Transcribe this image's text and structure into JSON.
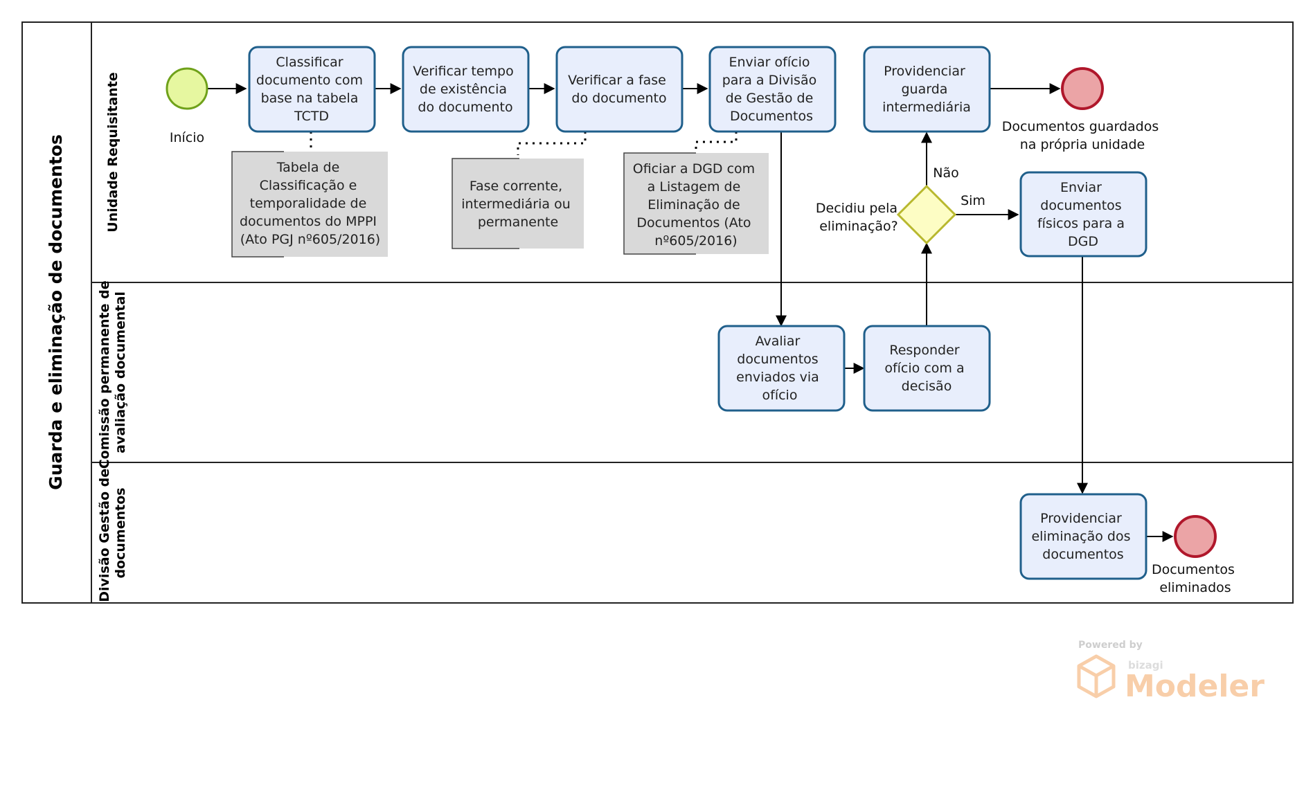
{
  "pool": {
    "title": "Guarda e eliminação de documentos"
  },
  "lanes": [
    {
      "id": "lane-unidade",
      "title_lines": [
        "Unidade Requisitante"
      ]
    },
    {
      "id": "lane-comissao",
      "title_lines": [
        "Comissão permanente de",
        "avaliação documental"
      ]
    },
    {
      "id": "lane-divisao",
      "title_lines": [
        "Divisão Gestão de",
        "documentos"
      ]
    }
  ],
  "events": {
    "start": {
      "label": "Início"
    },
    "end_guarda": {
      "label_lines": [
        "Documentos guardados",
        "na própria unidade"
      ]
    },
    "end_eliminados": {
      "label_lines": [
        "Documentos",
        "eliminados"
      ]
    }
  },
  "tasks": {
    "classificar": [
      "Classificar",
      "documento com",
      "base na tabela",
      "TCTD"
    ],
    "verificar_tempo": [
      "Verificar tempo",
      "de existência",
      "do documento"
    ],
    "verificar_fase": [
      "Verificar a fase",
      "do documento"
    ],
    "enviar_oficio": [
      "Enviar ofício",
      "para a Divisão",
      "de Gestão de",
      "Documentos"
    ],
    "providenciar_guarda": [
      "Providenciar",
      "guarda",
      "intermediária"
    ],
    "enviar_fisicos": [
      "Enviar",
      "documentos",
      "físicos para a",
      "DGD"
    ],
    "avaliar": [
      "Avaliar",
      "documentos",
      "enviados via",
      "ofício"
    ],
    "responder": [
      "Responder",
      "ofício com a",
      "decisão"
    ],
    "providenciar_eliminacao": [
      "Providenciar",
      "eliminação dos",
      "documentos"
    ]
  },
  "annotations": {
    "tabela": [
      "Tabela de",
      "Classificação e",
      "temporalidade de",
      "documentos do MPPI",
      "(Ato PGJ nº605/2016)"
    ],
    "fase": [
      "Fase corrente,",
      "intermediária ou",
      "permanente"
    ],
    "oficiar": [
      "Oficiar a DGD com",
      "a Listagem de",
      "Eliminação de",
      "Documentos (Ato",
      "nº605/2016)"
    ]
  },
  "gateway": {
    "question_lines": [
      "Decidiu pela",
      "eliminação?"
    ],
    "yes_label": "Sim",
    "no_label": "Não"
  },
  "watermark": {
    "powered_by": "Powered by",
    "vendor": "bizagi",
    "product": "Modeler"
  },
  "colors": {
    "task_fill": "#e8eefc",
    "task_stroke": "#1f5f8b",
    "start_fill": "#e6f7a0",
    "start_stroke": "#6fa11a",
    "end_fill": "#eba4a6",
    "end_stroke": "#b0172b",
    "gateway_fill": "#fdfdc4",
    "gateway_stroke": "#b8b82e",
    "annotation_fill": "#d9d9d9"
  }
}
